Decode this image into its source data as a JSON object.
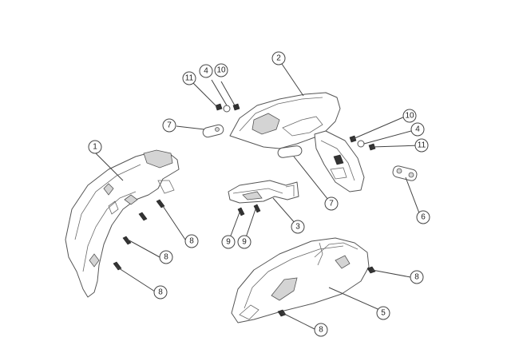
{
  "callouts": [
    {
      "id": "c1",
      "label": "1"
    },
    {
      "id": "c2",
      "label": "2"
    },
    {
      "id": "c3",
      "label": "3"
    },
    {
      "id": "c4a",
      "label": "4"
    },
    {
      "id": "c4b",
      "label": "4"
    },
    {
      "id": "c5",
      "label": "5"
    },
    {
      "id": "c6",
      "label": "6"
    },
    {
      "id": "c7a",
      "label": "7"
    },
    {
      "id": "c7b",
      "label": "7"
    },
    {
      "id": "c8a",
      "label": "8"
    },
    {
      "id": "c8b",
      "label": "8"
    },
    {
      "id": "c8c",
      "label": "8"
    },
    {
      "id": "c8d",
      "label": "8"
    },
    {
      "id": "c8e",
      "label": "8"
    },
    {
      "id": "c9a",
      "label": "9"
    },
    {
      "id": "c9b",
      "label": "9"
    },
    {
      "id": "c10a",
      "label": "10"
    },
    {
      "id": "c10b",
      "label": "10"
    },
    {
      "id": "c11a",
      "label": "11"
    },
    {
      "id": "c11b",
      "label": "11"
    }
  ]
}
